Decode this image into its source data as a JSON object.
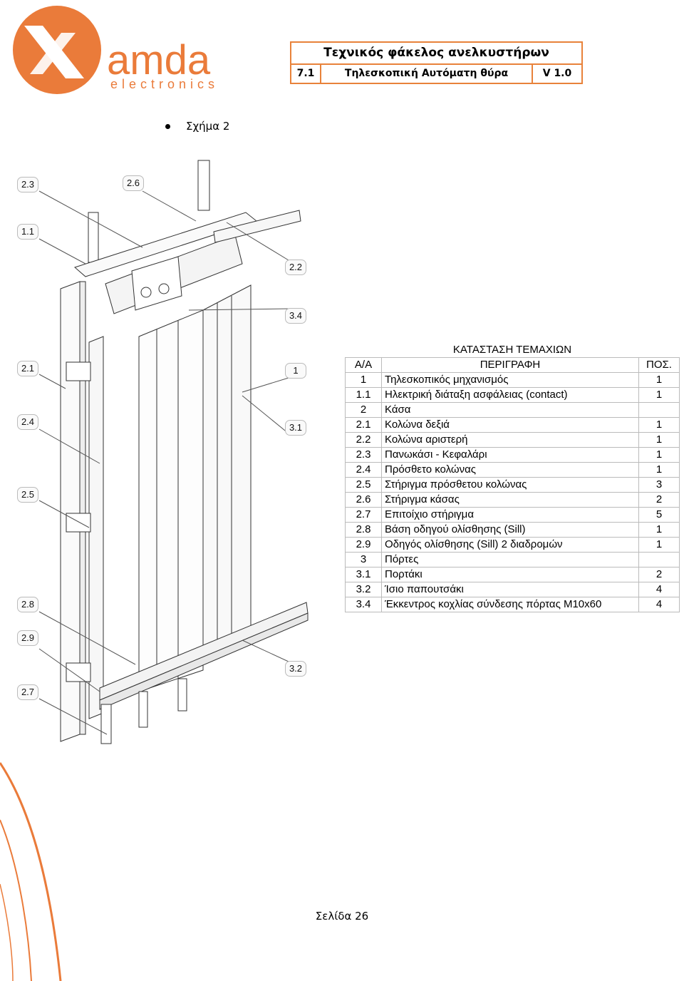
{
  "logo": {
    "brand": "amda",
    "tagline": "electronics",
    "accent": "#e8823a"
  },
  "header": {
    "title": "Τεχνικός φάκελος ανελκυστήρων",
    "section": "7.1",
    "subject": "Τηλεσκοπική Αυτόματη θύρα",
    "version": "V 1.0",
    "border_color": "#e8823a"
  },
  "figure": {
    "bullet_text": "Σχήμα 2"
  },
  "callouts": [
    "2.3",
    "2.6",
    "1.1",
    "2.2",
    "3.4",
    "2.1",
    "1",
    "2.4",
    "3.1",
    "2.5",
    "2.8",
    "2.9",
    "3.2",
    "2.7"
  ],
  "table": {
    "caption": "ΚΑΤΑΣΤΑΣΗ ΤΕΜΑΧΙΩΝ",
    "headers": {
      "a": "Α/Α",
      "desc": "ΠΕΡΙΓΡΑΦΗ",
      "qty": "ΠΟΣ."
    },
    "rows": [
      {
        "a": "1",
        "desc": "Τηλεσκοπικός μηχανισμός",
        "qty": "1"
      },
      {
        "a": "1.1",
        "desc": "Ηλεκτρική διάταξη ασφάλειας (contact)",
        "qty": "1"
      },
      {
        "a": "2",
        "desc": "Κάσα",
        "qty": ""
      },
      {
        "a": "2.1",
        "desc": "Κολώνα δεξιά",
        "qty": "1"
      },
      {
        "a": "2.2",
        "desc": "Κολώνα αριστερή",
        "qty": "1"
      },
      {
        "a": "2.3",
        "desc": "Πανωκάσι - Κεφαλάρι",
        "qty": "1"
      },
      {
        "a": "2.4",
        "desc": "Πρόσθετο κολώνας",
        "qty": "1"
      },
      {
        "a": "2.5",
        "desc": "Στήριγμα πρόσθετου κολώνας",
        "qty": "3"
      },
      {
        "a": "2.6",
        "desc": "Στήριγμα κάσας",
        "qty": "2"
      },
      {
        "a": "2.7",
        "desc": "Επιτοίχιο στήριγμα",
        "qty": "5"
      },
      {
        "a": "2.8",
        "desc": "Βάση οδηγού ολίσθησης (Sill)",
        "qty": "1"
      },
      {
        "a": "2.9",
        "desc": "Οδηγός ολίσθησης (Sill) 2 διαδρομών",
        "qty": "1"
      },
      {
        "a": "3",
        "desc": "Πόρτες",
        "qty": ""
      },
      {
        "a": "3.1",
        "desc": "Πορτάκι",
        "qty": "2"
      },
      {
        "a": "3.2",
        "desc": "Ίσιο παπουτσάκι",
        "qty": "4"
      },
      {
        "a": "3.4",
        "desc": "Έκκεντρος κοχλίας σύνδεσης πόρτας M10x60",
        "qty": "4"
      }
    ]
  },
  "footer": {
    "page_label": "Σελίδα 26"
  }
}
